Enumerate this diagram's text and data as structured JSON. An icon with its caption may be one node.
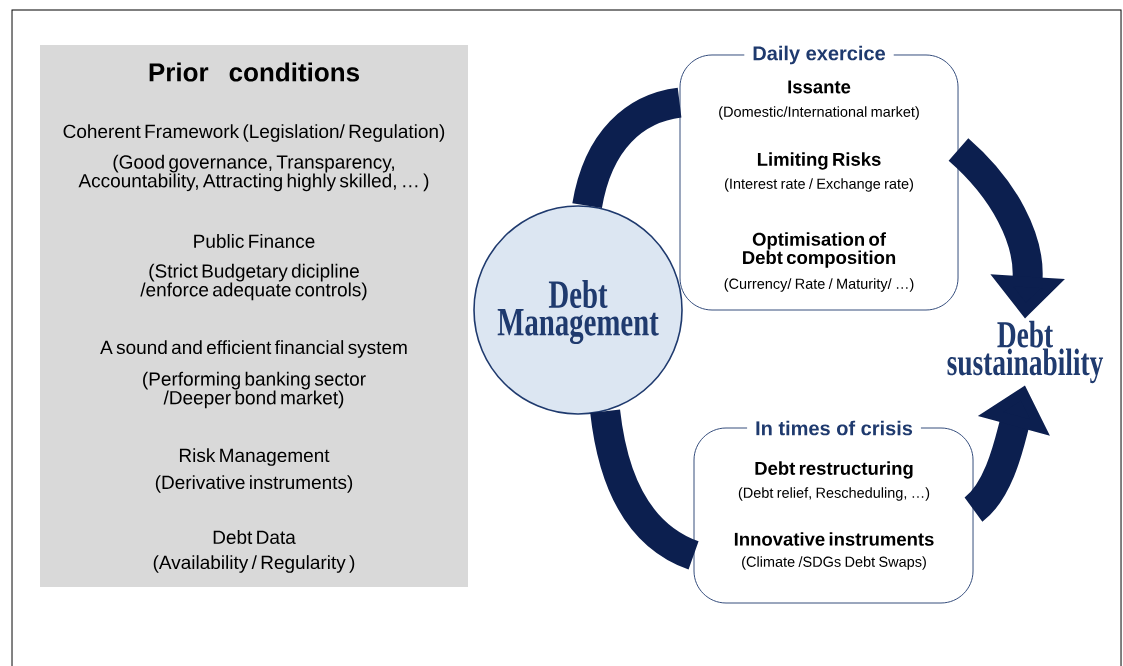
{
  "diagram": {
    "nodes": [
      {
        "text": [
          "Prior conditions",
          "Coherent Framework (Legislation/ Regulation)",
          "(Good governance, Transparency, Accountability, Attracting highly skilled, … )",
          "Public  Finance",
          "(Strict Budgetary dicipline /enforce adequate controls)",
          "A sound and efficient financial system",
          "(Performing banking sector /Deeper bond market)",
          "Risk Management",
          "(Derivative instruments)",
          "Debt Data",
          "(Availability / Regularity )"
        ]
      },
      {
        "text": [
          "Debt Management"
        ]
      },
      {
        "text": [
          "Daily exercice",
          "Issante",
          "(Domestic/International market)",
          "Limiting Risks",
          "(Interest rate / Exchange rate)",
          "Optimisation  of Debt composition",
          "(Currency/ Rate /  Maturity/ …)"
        ]
      },
      {
        "text": [
          "In times of crisis",
          "Debt restructuring",
          "(Debt relief, Rescheduling, …)",
          "Innovative instruments",
          "(Climate /SDGs Debt Swaps)"
        ]
      },
      {
        "text": [
          "Debt sustainability"
        ]
      }
    ],
    "edges": [
      {
        "from": 1,
        "to": 2,
        "arrow": "none"
      },
      {
        "from": 2,
        "to": 4,
        "arrow": "to"
      },
      {
        "from": 1,
        "to": 3,
        "arrow": "none"
      },
      {
        "from": 3,
        "to": 4,
        "arrow": "to"
      }
    ]
  }
}
